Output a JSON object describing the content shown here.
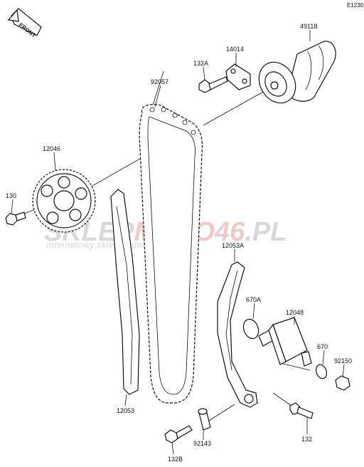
{
  "diagram": {
    "code": "E1230",
    "front_label": "FRONT",
    "watermark": {
      "brand_part1": "SKLEP",
      "brand_part2": "MOTO46",
      "brand_part3": ".PL",
      "tagline": "internetowy sklep motocyklowy"
    },
    "parts": [
      {
        "id": "49118",
        "label": "49118"
      },
      {
        "id": "14014",
        "label": "14014"
      },
      {
        "id": "132A",
        "label": "132A"
      },
      {
        "id": "92057",
        "label": "92057"
      },
      {
        "id": "12046",
        "label": "12046"
      },
      {
        "id": "130",
        "label": "130"
      },
      {
        "id": "12053A",
        "label": "12053A"
      },
      {
        "id": "670A",
        "label": "670A"
      },
      {
        "id": "12048",
        "label": "12048"
      },
      {
        "id": "670",
        "label": "670"
      },
      {
        "id": "92150",
        "label": "92150"
      },
      {
        "id": "12053",
        "label": "12053"
      },
      {
        "id": "92143",
        "label": "92143"
      },
      {
        "id": "132",
        "label": "132"
      },
      {
        "id": "132B",
        "label": "132B"
      }
    ]
  }
}
